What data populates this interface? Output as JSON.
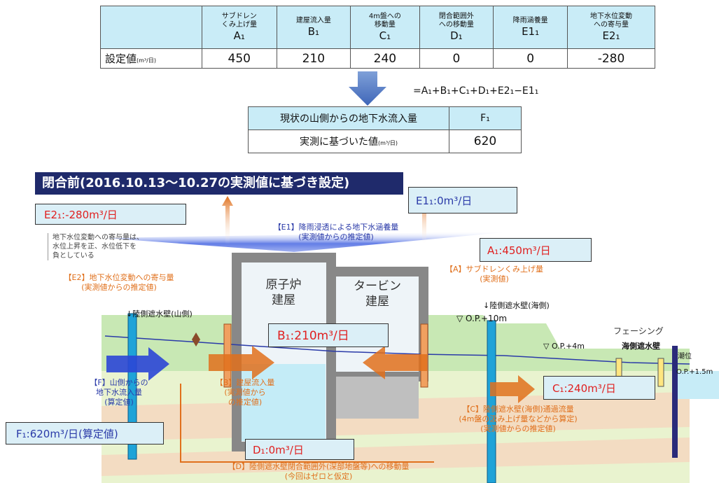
{
  "top_table": {
    "headers": [
      {
        "line1": "サブドレン",
        "line2": "くみ上げ量",
        "sym": "A₁"
      },
      {
        "line1": "建屋流入量",
        "line2": "",
        "sym": "B₁"
      },
      {
        "line1": "4m盤への",
        "line2": "移動量",
        "sym": "C₁"
      },
      {
        "line1": "閉合範囲外",
        "line2": "への移動量",
        "sym": "D₁"
      },
      {
        "line1": "降雨涵養量",
        "line2": "",
        "sym": "E1₁"
      },
      {
        "line1": "地下水位変動",
        "line2": "への寄与量",
        "sym": "E2₁"
      }
    ],
    "row_label": "設定値",
    "row_unit": "(m³/日)",
    "values": [
      "450",
      "210",
      "240",
      "0",
      "0",
      "-280"
    ]
  },
  "formula": "=A₁+B₁+C₁+D₁+E2₁−E1₁",
  "mid_table": {
    "row1_label": "現状の山側からの地下水流入量",
    "row1_sym": "F₁",
    "row2_label": "実測に基づいた値",
    "row2_unit": "(m³/日)",
    "row2_value": "620"
  },
  "banner": "閉合前(2016.10.13〜10.27の実測値に基づき設定)",
  "boxes": {
    "e2": "E2₁:-280m³/日",
    "e1": "E1₁:0m³/日",
    "a1": "A₁:450m³/日",
    "b1": "B₁:210m³/日",
    "c1": "C₁:240m³/日",
    "d1": "D₁:0m³/日",
    "f1": "F₁:620m³/日(算定値)"
  },
  "notes": {
    "e2_note1": "地下水位変動への寄与量は、",
    "e2_note2": "水位上昇を正、水位低下を",
    "e2_note3": "負としている",
    "e1_label1": "【E1】降雨浸透による地下水涵養量",
    "e1_label2": "(実測値からの推定値)",
    "e2_label1": "【E2】地下水位変動への寄与量",
    "e2_label2": "(実測値からの推定値)",
    "a_label1": "【A】サブドレンくみ上げ量",
    "a_label2": "(実測値)",
    "b_label1": "【B】建屋流入量",
    "b_label2": "(実測値から",
    "b_label3": "の推定値)",
    "c_label1": "【C】陸側遮水壁(海側)通過流量",
    "c_label2": "(4m盤の汲み上げ量などから算定)",
    "c_label3": "(実測値からの推定値)",
    "d_label1": "【D】陸側遮水壁閉合範囲外(深部地盤等)への移動量",
    "d_label2": "(今回はゼロと仮定)",
    "f_label1": "【F】山側からの",
    "f_label2": "地下水流入量",
    "f_label3": "(算定値)",
    "wall_mountain": "↓陸側遮水壁(山側)",
    "wall_sea": "↓陸側遮水壁(海側)",
    "reactor1": "原子炉",
    "reactor2": "建屋",
    "turbine1": "タービン",
    "turbine2": "建屋",
    "op10": "▽ O.P.+10m",
    "op4": "▽ O.P.+4m",
    "op15": "O.P.+1.5m",
    "facing": "フェーシング",
    "sea_wall": "海側遮水壁",
    "tide": "潮位"
  },
  "colors": {
    "header_bg": "#c9ecf7",
    "banner_bg": "#1f2a6b",
    "box_bg": "#dbeff7",
    "orange": "#e0701c",
    "blue_arrow": "#2b46d6"
  }
}
